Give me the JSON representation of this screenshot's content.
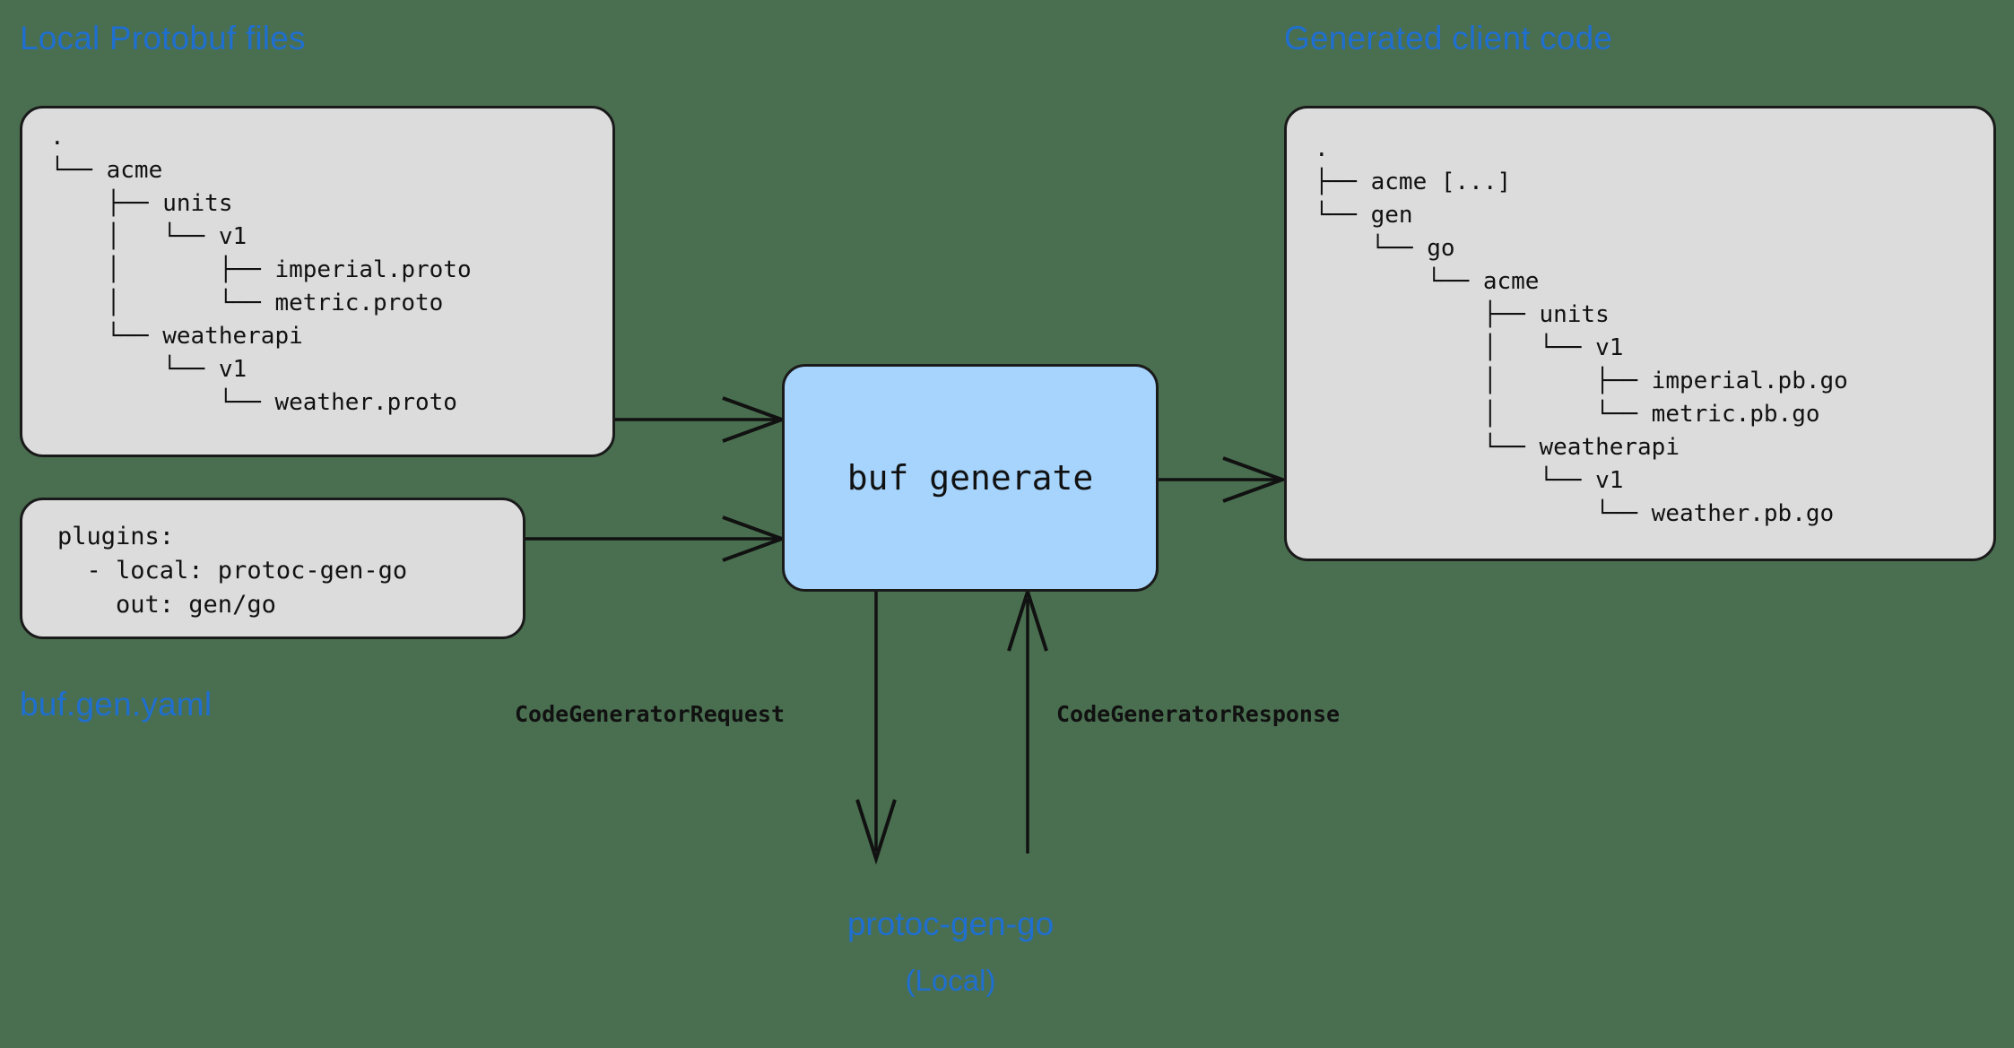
{
  "colors": {
    "background": "#4a6f50",
    "panel_fill": "#dcdcdc",
    "accent_fill": "#a6d4fd",
    "stroke": "#1a1a1a",
    "title_blue": "#1f6fd0",
    "text": "#111111"
  },
  "panels": {
    "left": {
      "title": "Local Protobuf files",
      "tree": ".\n└── acme\n    ├── units\n    │   └── v1\n    │       ├── imperial.proto\n    │       └── metric.proto\n    └── weatherapi\n        └── v1\n            └── weather.proto",
      "tree_lines": [
        ".",
        "└── acme",
        "    ├── units",
        "    │   └── v1",
        "    │       ├── imperial.proto",
        "    │       └── metric.proto",
        "    └── weatherapi",
        "        └── v1",
        "            └── weather.proto"
      ]
    },
    "right": {
      "title": "Generated client code",
      "tree": ".\n├── acme [...]\n└── gen\n    └── go\n        └── acme\n            ├── units\n            │   └── v1\n            │       ├── imperial.pb.go\n            │       └── metric.pb.go\n            └── weatherapi\n                └── v1\n                    └── weather.pb.go",
      "tree_lines": [
        ".",
        "├── acme [...]",
        "└── gen",
        "    └── go",
        "        └── acme",
        "            ├── units",
        "            │   └── v1",
        "            │       ├── imperial.pb.go",
        "            │       └── metric.pb.go",
        "            └── weatherapi",
        "                └── v1",
        "                    └── weather.pb.go"
      ]
    },
    "config": {
      "caption": "buf.gen.yaml",
      "content": "plugins:\n  - local: protoc-gen-go\n    out: gen/go",
      "content_lines": [
        "plugins:",
        "  - local: protoc-gen-go",
        "    out: gen/go"
      ]
    }
  },
  "nodes": {
    "command": {
      "label": "buf generate"
    },
    "plugin": {
      "label": "protoc-gen-go",
      "sublabel": "(Local)"
    }
  },
  "edges": {
    "request_label": "CodeGeneratorRequest",
    "response_label": "CodeGeneratorResponse"
  }
}
